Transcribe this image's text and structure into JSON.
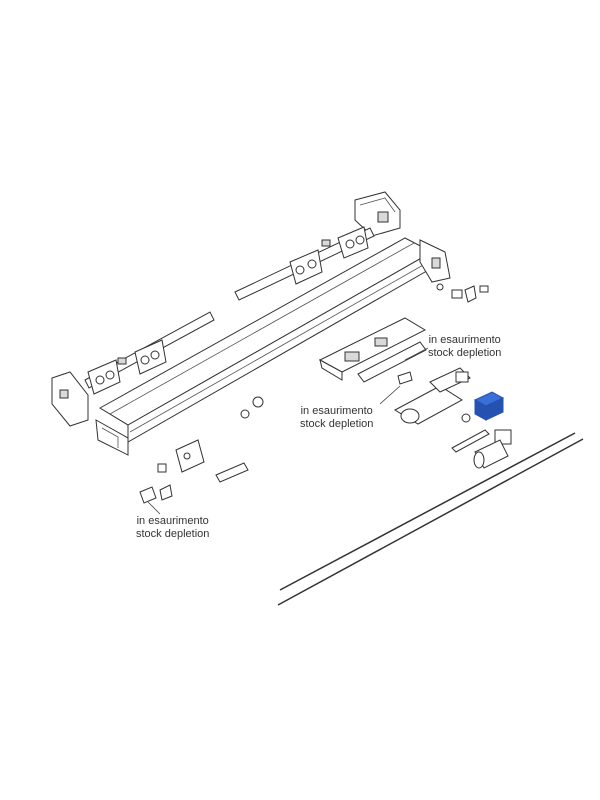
{
  "callouts": [
    {
      "line1": "in esaurimento",
      "line2": "stock depletion"
    },
    {
      "line1": "in esaurimento",
      "line2": "stock depletion"
    },
    {
      "line1": "in esaurimento",
      "line2": "stock depletion"
    }
  ],
  "colors": {
    "highlight": "#3a6fd8",
    "highlight_dark": "#2552b0",
    "line": "#333333"
  }
}
